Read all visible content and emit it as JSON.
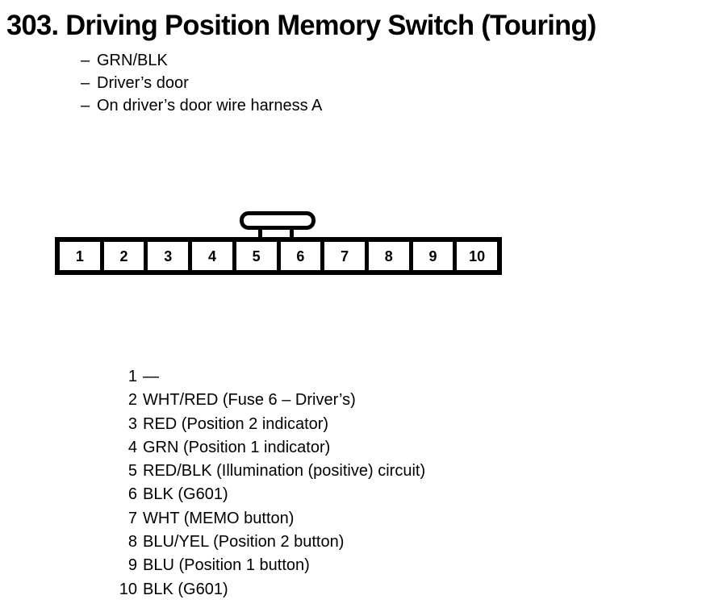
{
  "page": {
    "number": "303.",
    "title": "303.  Driving Position Memory Switch (Touring)",
    "background_color": "#ffffff",
    "ink_color": "#000000"
  },
  "notes": {
    "dash": "–",
    "items": [
      "GRN/BLK",
      "Driver’s door",
      "On driver’s door wire harness A"
    ]
  },
  "connector": {
    "type": "10-pin-connector",
    "tab": "locking-tab",
    "pins": [
      "1",
      "2",
      "3",
      "4",
      "5",
      "6",
      "7",
      "8",
      "9",
      "10"
    ]
  },
  "pin_legend": [
    {
      "pin": "1",
      "description": "—"
    },
    {
      "pin": "2",
      "description": "WHT/RED (Fuse 6 – Driver’s)"
    },
    {
      "pin": "3",
      "description": "RED (Position 2 indicator)"
    },
    {
      "pin": "4",
      "description": "GRN (Position 1 indicator)"
    },
    {
      "pin": "5",
      "description": "RED/BLK (Illumination (positive) circuit)"
    },
    {
      "pin": "6",
      "description": "BLK (G601)"
    },
    {
      "pin": "7",
      "description": "WHT (MEMO button)"
    },
    {
      "pin": "8",
      "description": "BLU/YEL (Position 2 button)"
    },
    {
      "pin": "9",
      "description": "BLU (Position 1 button)"
    },
    {
      "pin": "10",
      "description": "BLK (G601)"
    }
  ]
}
